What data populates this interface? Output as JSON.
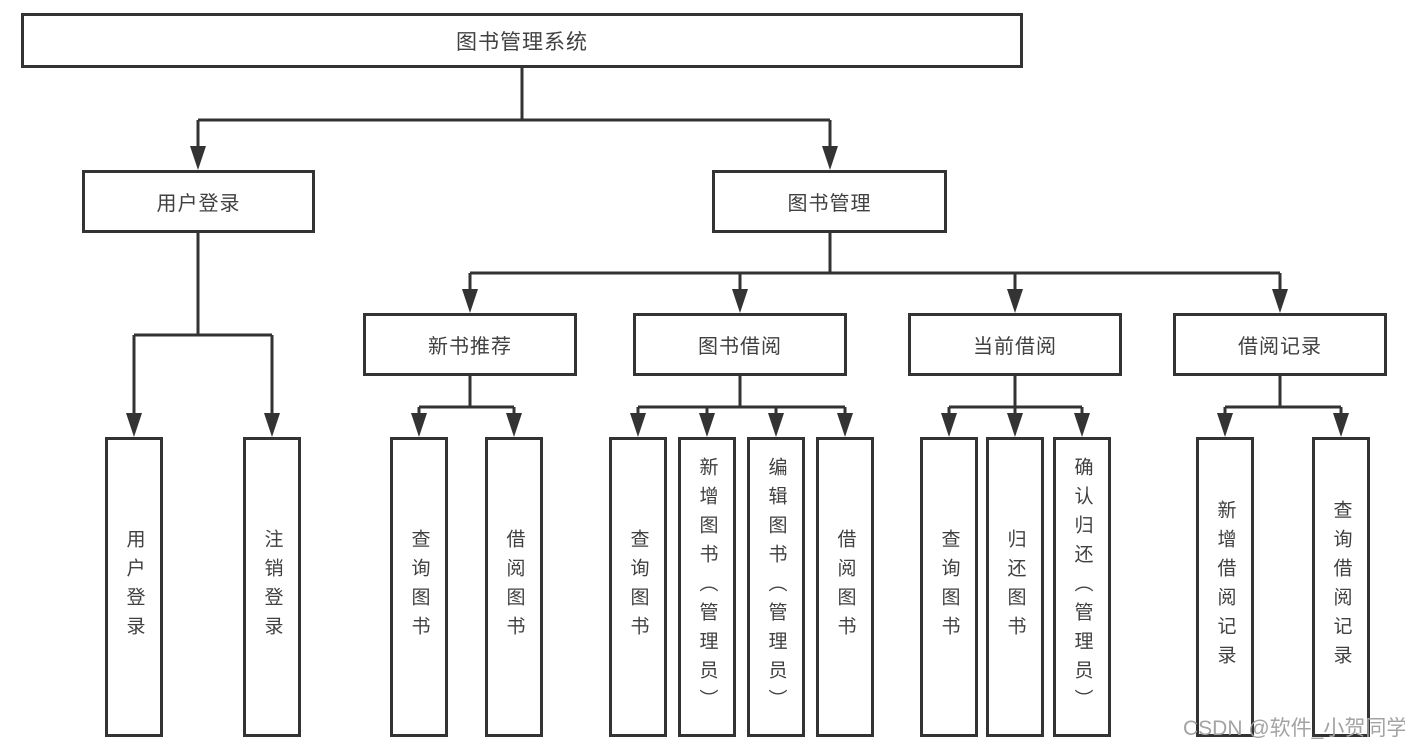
{
  "diagram_title": "图书管理系统",
  "tree": {
    "label": "图书管理系统",
    "children": [
      {
        "label": "用户登录",
        "children": [
          {
            "label": "用户登录"
          },
          {
            "label": "注销登录"
          }
        ]
      },
      {
        "label": "图书管理",
        "children": [
          {
            "label": "新书推荐",
            "children": [
              {
                "label": "查询图书"
              },
              {
                "label": "借阅图书"
              }
            ]
          },
          {
            "label": "图书借阅",
            "children": [
              {
                "label": "查询图书"
              },
              {
                "label": "新增图书（管理员）"
              },
              {
                "label": "编辑图书（管理员）"
              },
              {
                "label": "借阅图书"
              }
            ]
          },
          {
            "label": "当前借阅",
            "children": [
              {
                "label": "查询图书"
              },
              {
                "label": "归还图书"
              },
              {
                "label": "确认归还（管理员）"
              }
            ]
          },
          {
            "label": "借阅记录",
            "children": [
              {
                "label": "新增借阅记录"
              },
              {
                "label": "查询借阅记录"
              }
            ]
          }
        ]
      }
    ]
  },
  "watermark": {
    "text": "CSDN @软件_小贺同学"
  },
  "colors": {
    "line": "#333333",
    "box_border": "#333333",
    "box_background": "#ffffff",
    "text": "#404040",
    "watermark": "#a3a3a3",
    "page_background": "#ffffff"
  }
}
